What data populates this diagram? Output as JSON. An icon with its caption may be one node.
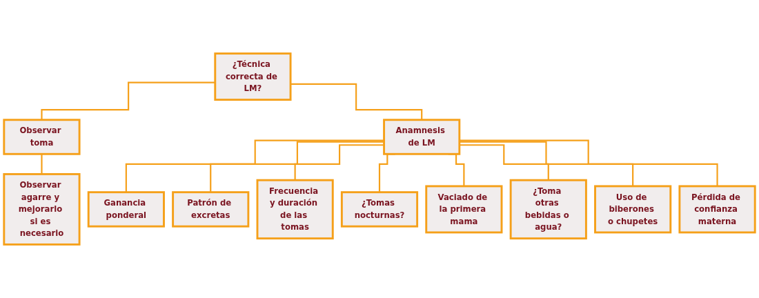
{
  "diagram": {
    "nodes": [
      {
        "text": [
          "¿Técnica correcta de LM?"
        ]
      },
      {
        "text": [
          "Observar toma"
        ]
      },
      {
        "text": [
          "Anamnesis de LM"
        ]
      },
      {
        "text": [
          "Observar agarre y mejorarlo si es necesario"
        ]
      },
      {
        "text": [
          "Ganancia ponderal"
        ]
      },
      {
        "text": [
          "Patrón de excretas"
        ]
      },
      {
        "text": [
          "Frecuencia y duración de las tomas"
        ]
      },
      {
        "text": [
          "¿Tomas nocturnas?"
        ]
      },
      {
        "text": [
          "Vaciado de la primera mama"
        ]
      },
      {
        "text": [
          "¿Toma otras bebidas o agua?"
        ]
      },
      {
        "text": [
          "Uso de biberones o chupetes"
        ]
      },
      {
        "text": [
          "Pérdida de confianza materna"
        ]
      }
    ],
    "edges": [
      {
        "from": 0,
        "to": 1,
        "arrow": "none"
      },
      {
        "from": 0,
        "to": 2,
        "arrow": "none"
      },
      {
        "from": 1,
        "to": 3,
        "arrow": "none"
      },
      {
        "from": 2,
        "to": 4,
        "arrow": "none"
      },
      {
        "from": 2,
        "to": 5,
        "arrow": "none"
      },
      {
        "from": 2,
        "to": 6,
        "arrow": "none"
      },
      {
        "from": 2,
        "to": 7,
        "arrow": "none"
      },
      {
        "from": 2,
        "to": 8,
        "arrow": "none"
      },
      {
        "from": 2,
        "to": 9,
        "arrow": "none"
      },
      {
        "from": 2,
        "to": 10,
        "arrow": "none"
      },
      {
        "from": 2,
        "to": 11,
        "arrow": "none"
      }
    ]
  }
}
